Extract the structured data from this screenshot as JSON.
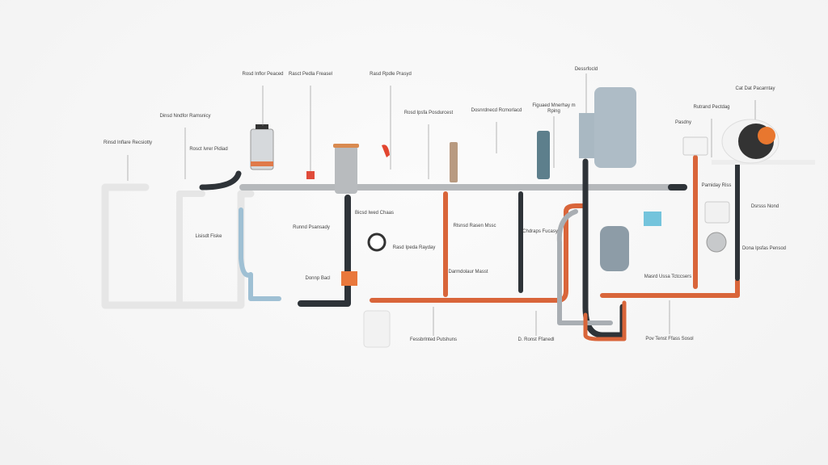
{
  "title": "Plumbing system diagram",
  "colors": {
    "white_pipe": "#ececec",
    "gray_pipe": "#a9aeb3",
    "orange_pipe": "#d9653a",
    "dark_pipe": "#2e3338",
    "braided": "#b5b8bb",
    "tank": "#a9b8c2"
  },
  "labels": [
    "Rinsd Inflare Recsiotty",
    "Dinsd Nndfor Ramsnicy",
    "Rosd Inflor Peaced",
    "Rasct Pedla Freasel",
    "Rasd Rpdle Prasyd",
    "Rosd Ipsfa Posdurcest",
    "Dosnrdnecd Rcmorlacd",
    "Figuaed Mnerhay m Rping",
    "Dessrfocld",
    "Pasdny",
    "Rutrand Pectdag",
    "Cat Dat Pacarntay",
    "Rosct Ivrer Pidiad",
    "Runnd Psansady",
    "Bicsd Iwed Chaas",
    "Lisisdt Fiske",
    "Donnp Bacl",
    "Rasd Ipeda Rayday",
    "Rlsnsd Rasen Mssc",
    "Darmdolaur Masst",
    "Chdraps Fucasy",
    "Fessbrlnted Putshuns",
    "D. Ronst Ffanedl",
    "Pamiday Riss",
    "Dsrsss Nond",
    "Dona Ipsfas Pensod",
    "Masrd Ussa Tctccsers",
    "Pov Tenst Ffass Sosol"
  ]
}
